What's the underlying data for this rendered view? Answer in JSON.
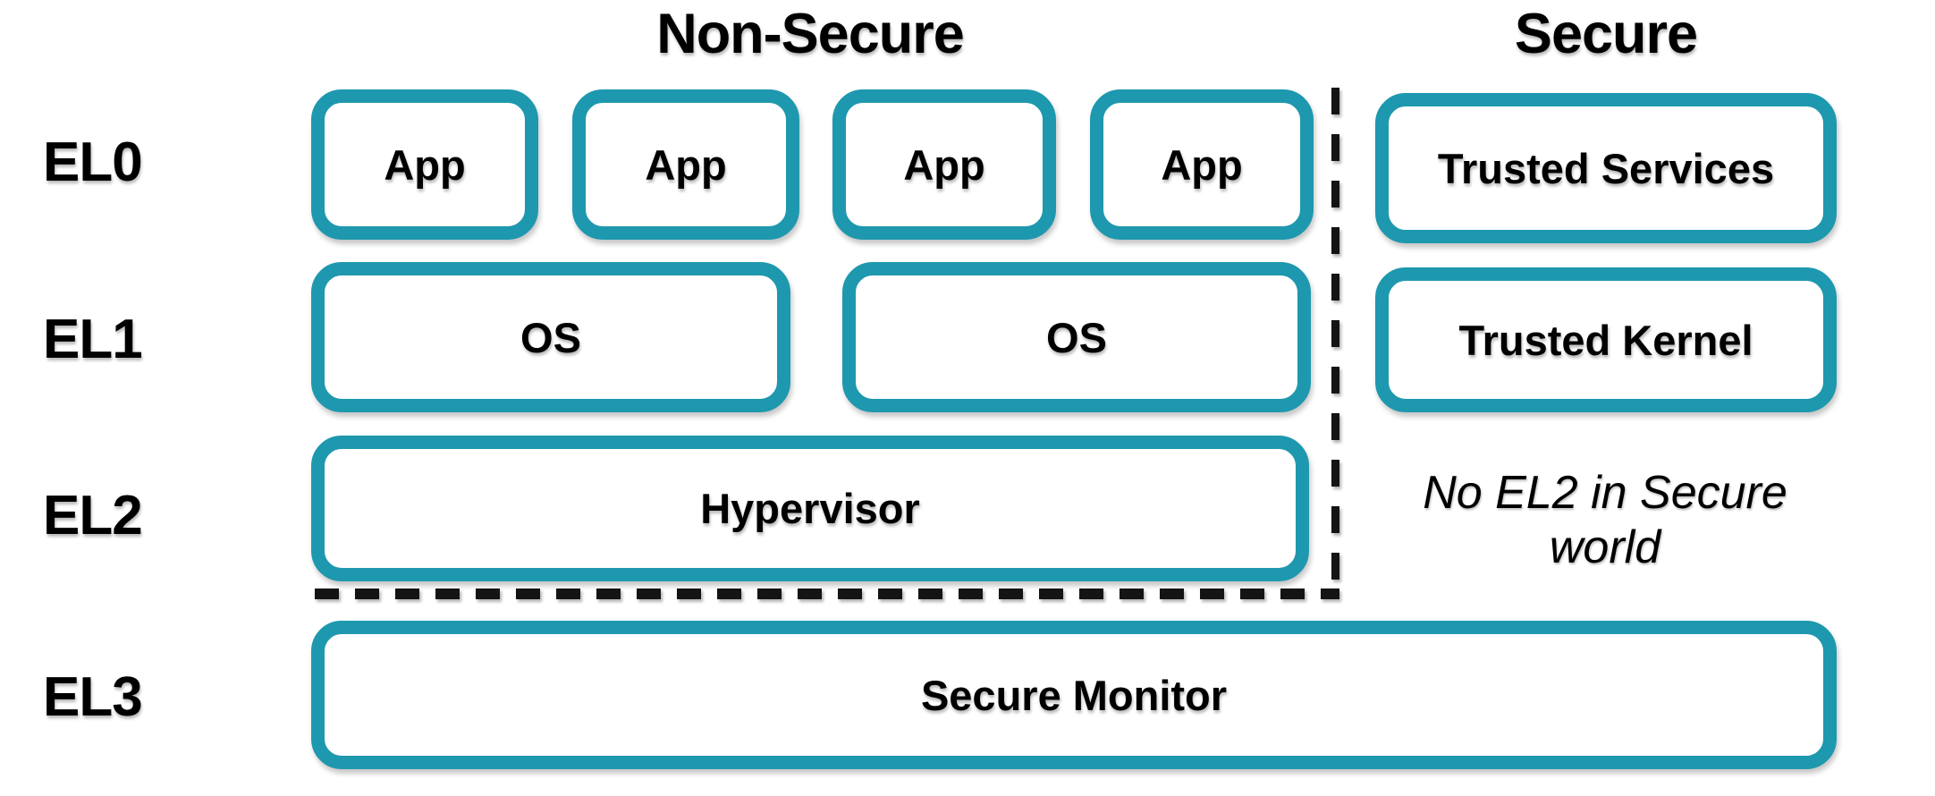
{
  "headers": {
    "non_secure": "Non-Secure",
    "secure": "Secure"
  },
  "rows": [
    {
      "label": "EL0",
      "non_secure_boxes": [
        "App",
        "App",
        "App",
        "App"
      ],
      "secure_box": "Trusted Services"
    },
    {
      "label": "EL1",
      "non_secure_boxes": [
        "OS",
        "OS"
      ],
      "secure_box": "Trusted Kernel"
    },
    {
      "label": "EL2",
      "non_secure_boxes": [
        "Hypervisor"
      ],
      "secure_note": "No EL2 in Secure world"
    },
    {
      "label": "EL3",
      "full_width_box": "Secure Monitor"
    }
  ],
  "colors": {
    "box_border": "#1e98ae",
    "divider": "#141414",
    "text": "#000000",
    "background": "#ffffff"
  }
}
